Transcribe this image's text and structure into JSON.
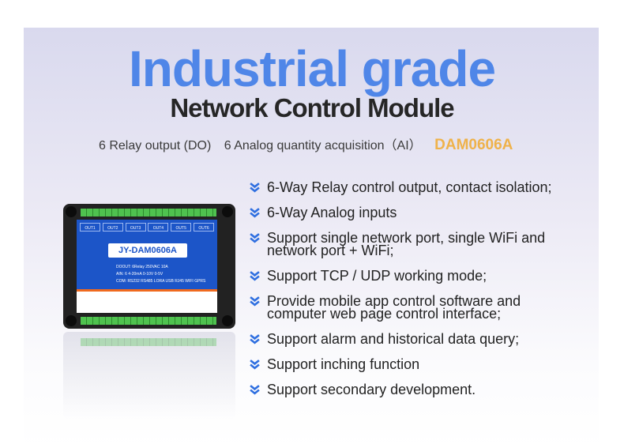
{
  "header": {
    "title": "Industrial grade",
    "subtitle": "Network Control Module",
    "tagline_do": "6 Relay output (DO)",
    "tagline_ai": "6 Analog quantity acquisition（AI）",
    "model": "DAM0606A"
  },
  "device": {
    "label": "JY-DAM0606A",
    "outputs": [
      "OUT1",
      "OUT2",
      "OUT3",
      "OUT4",
      "OUT5",
      "OUT6"
    ],
    "spec_do": "DOOUT: 6Relay 250VAC 10A",
    "spec_ai": "AIN: 6 4-20mA 0-10V 0-5V",
    "spec_comm": "COM: RS232 RS485 LORA USB RJ45 WIFI GPRS"
  },
  "features": [
    "6-Way Relay control output, contact isolation;",
    "6-Way Analog inputs",
    "Support single network port, single WiFi and network port + WiFi;",
    "Support TCP / UDP working mode;",
    "Provide mobile app control software and computer web page control interface;",
    "Support alarm and historical data query;",
    "Support inching function",
    "Support secondary development."
  ],
  "colors": {
    "title": "#4f86e8",
    "model": "#efb24a",
    "device_face": "#1c55c8",
    "bullet": "#2f6fe0"
  }
}
